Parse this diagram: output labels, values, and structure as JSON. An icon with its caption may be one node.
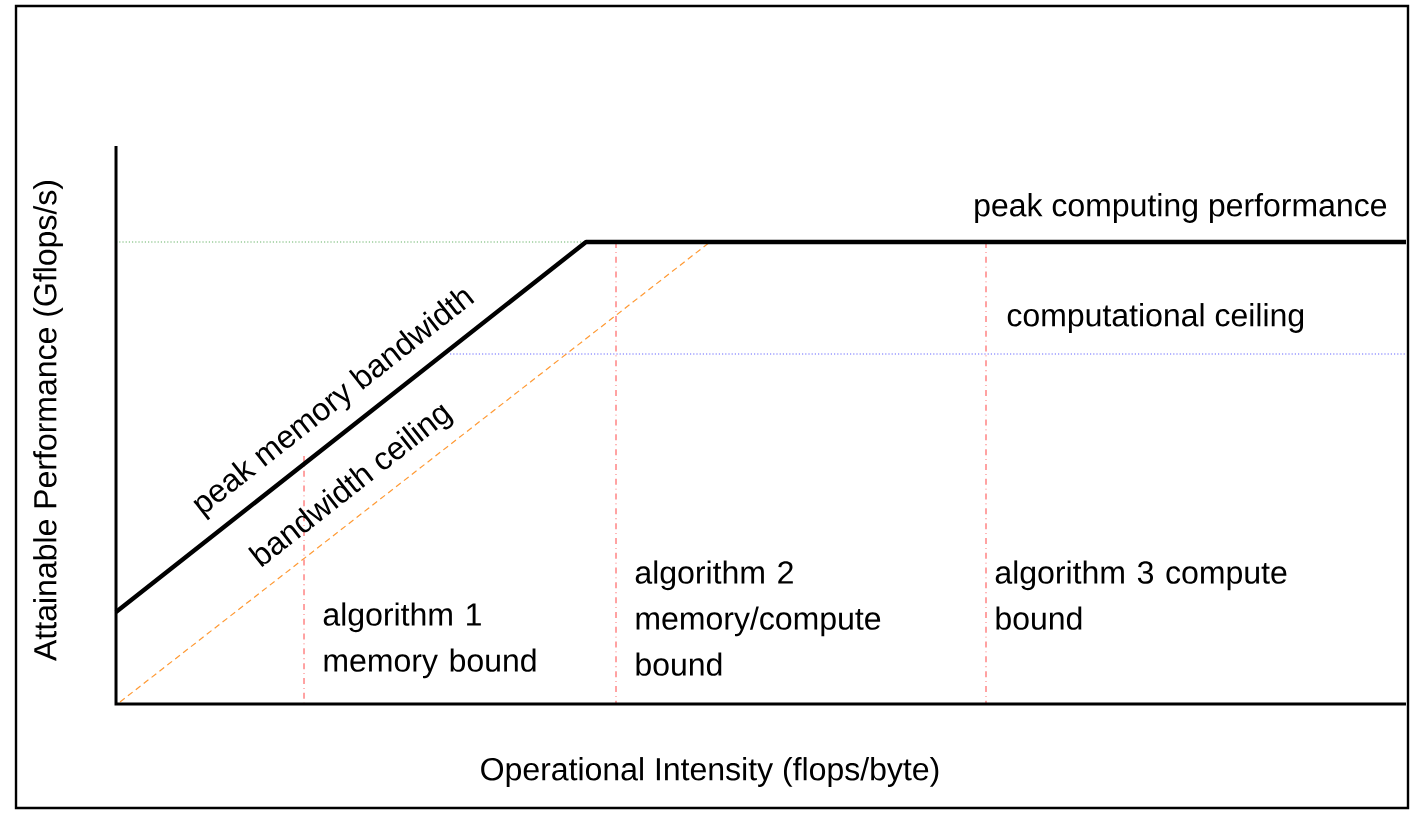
{
  "diagram": {
    "labels": [
      "Attainable Performance (Gflops/s)",
      "peak computing performance",
      "peak memory bandwidth",
      "computational ceiling",
      "bandwidth ceiling",
      "algorithm 1 memory bound",
      "algorithm 2 memory/compute bound",
      "algorithm 3 compute bound",
      "Operational Intensity (flops/byte)"
    ]
  }
}
